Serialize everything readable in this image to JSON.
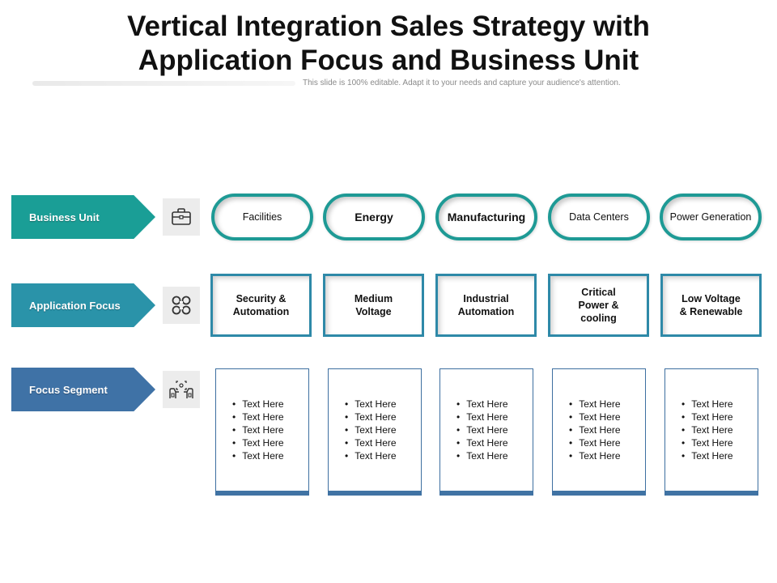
{
  "header": {
    "title_line1": "Vertical Integration Sales Strategy with",
    "title_line2": "Application Focus and Business Unit",
    "subtitle": "This slide is 100% editable. Adapt it to your needs and capture your audience's attention."
  },
  "rows": {
    "business_unit": {
      "label": "Business  Unit",
      "color": "#1a9e96",
      "icon": "briefcase-icon"
    },
    "application_focus": {
      "label": "Application Focus",
      "color": "#2a93a9",
      "icon": "connected-nodes-icon"
    },
    "focus_segment": {
      "label": "Focus  Segment",
      "color": "#3f72a6",
      "icon": "focus-target-icon"
    }
  },
  "business_units": [
    "Facilities",
    "Energy",
    "Manufacturing",
    "Data Centers",
    "Power Generation"
  ],
  "application_focus": [
    [
      "Security &",
      "Automation"
    ],
    [
      "Medium",
      "Voltage"
    ],
    [
      "Industrial",
      "Automation"
    ],
    [
      "Critical",
      "Power &",
      "cooling"
    ],
    [
      "Low Voltage",
      "& Renewable"
    ]
  ],
  "focus_segments": [
    [
      "Text Here",
      "Text Here",
      "Text Here",
      "Text Here",
      "Text Here"
    ],
    [
      "Text Here",
      "Text Here",
      "Text Here",
      "Text Here",
      "Text Here"
    ],
    [
      "Text Here",
      "Text Here",
      "Text Here",
      "Text Here",
      "Text Here"
    ],
    [
      "Text Here",
      "Text Here",
      "Text Here",
      "Text Here",
      "Text Here"
    ],
    [
      "Text Here",
      "Text Here",
      "Text Here",
      "Text Here",
      "Text Here"
    ]
  ]
}
